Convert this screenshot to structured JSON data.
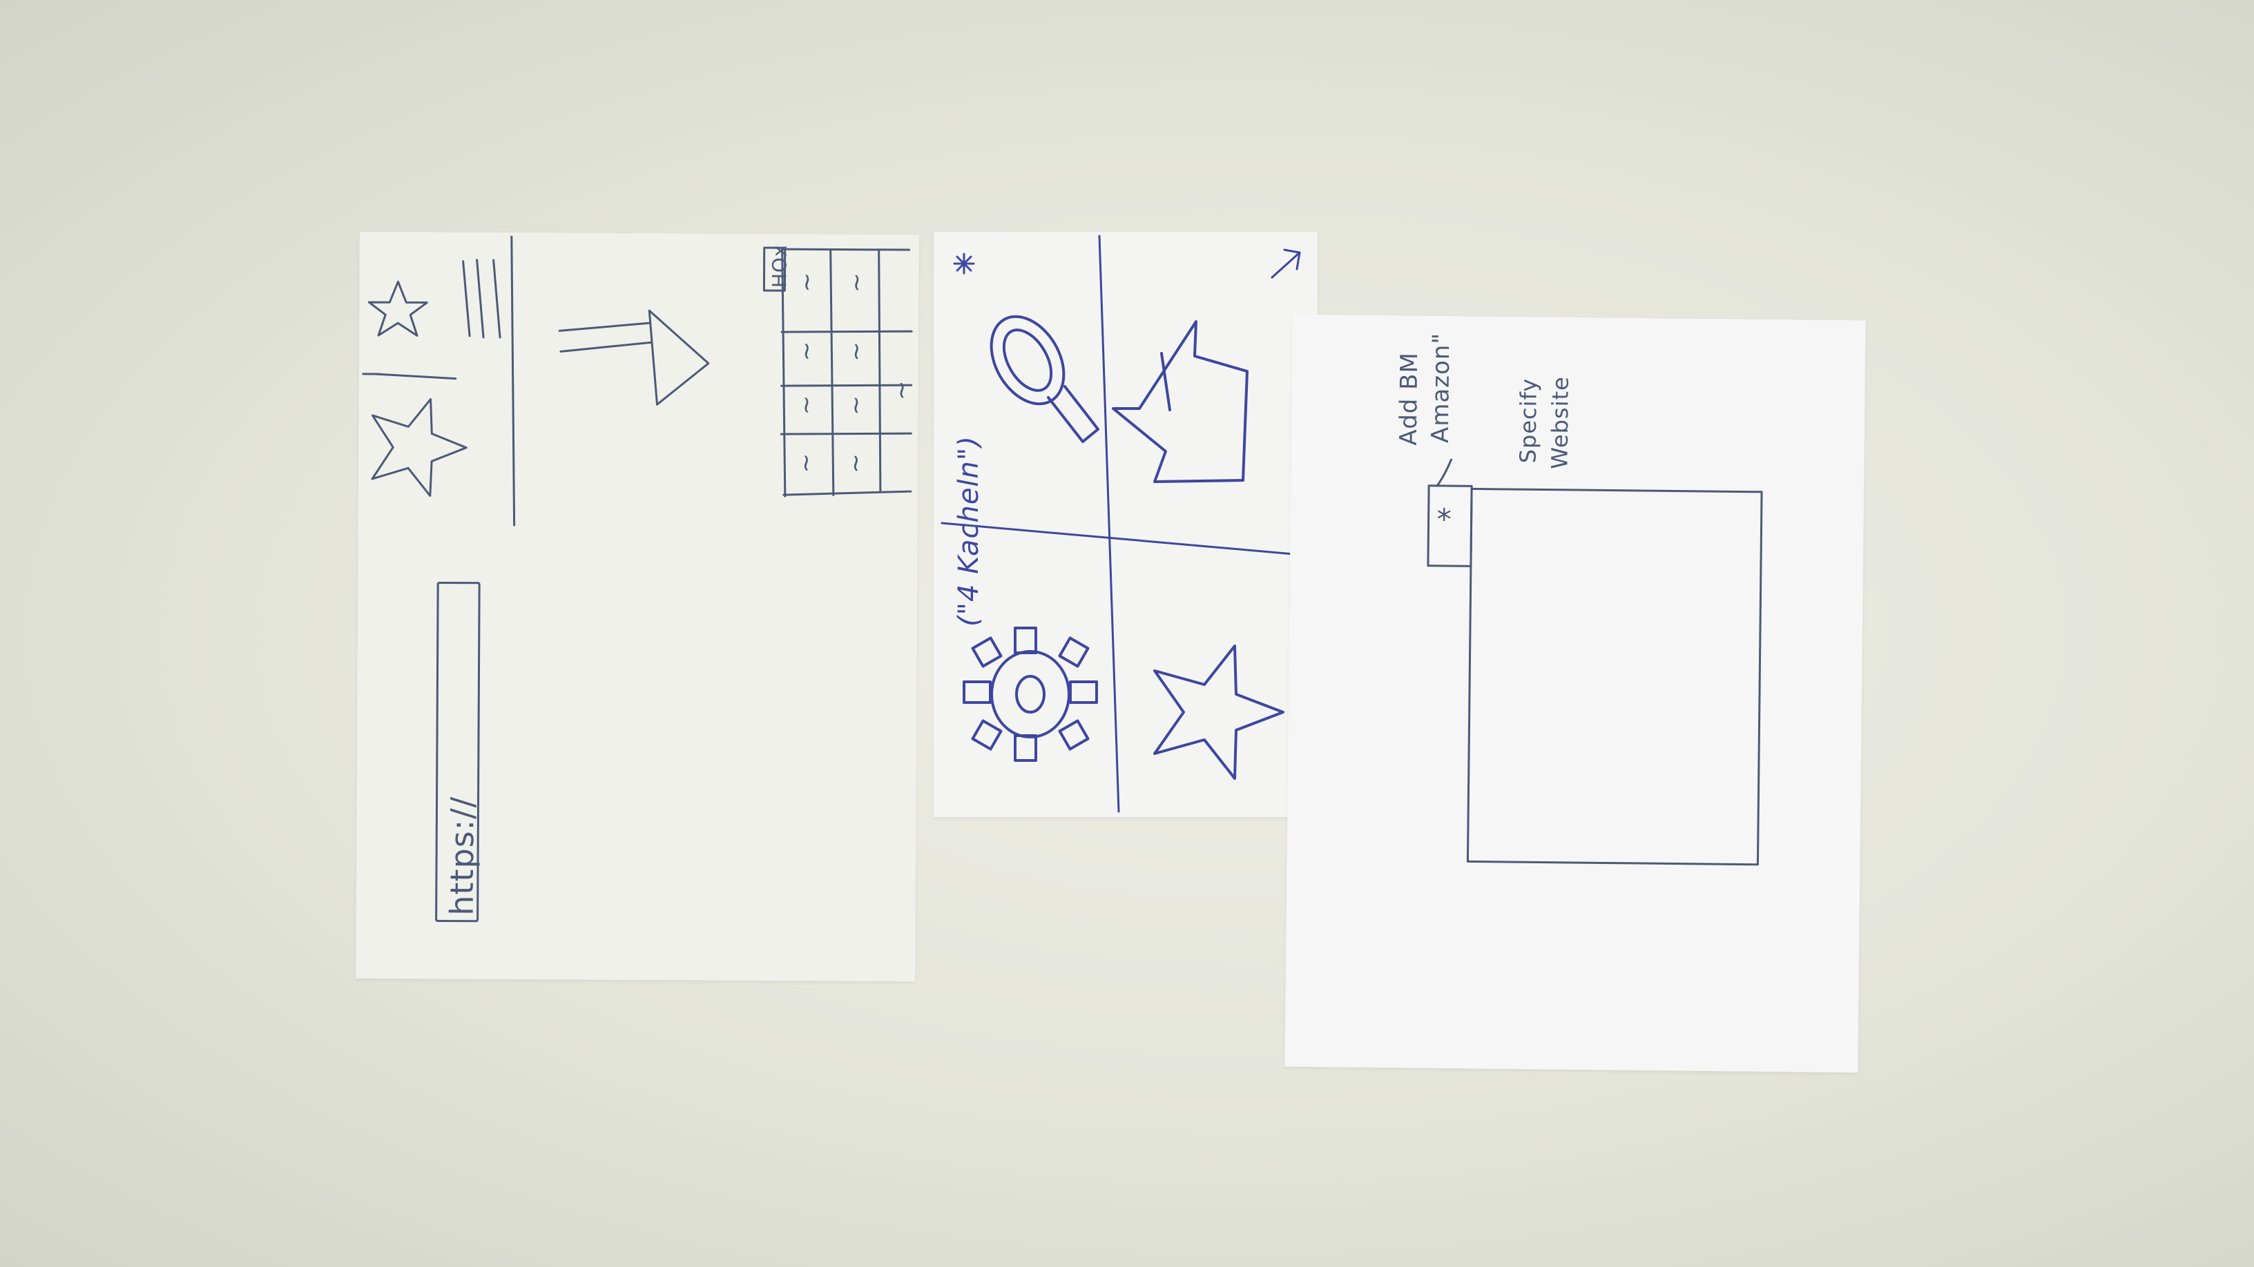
{
  "photo": {
    "background_color": "#e4e5db",
    "ink_colors": {
      "pencil": "#4c5a78",
      "pen": "#3d47a0"
    }
  },
  "sketch_browser": {
    "address_bar_text": "https://",
    "toolbar_icons": [
      "star-icon",
      "star-icon",
      "menu-icon"
    ],
    "table_header_text": "HOx",
    "cell_glyph": "~",
    "arrow_icon": "arrow-right-icon"
  },
  "sketch_home_menu": {
    "corner_mark": "*",
    "expand_icon": "expand-arrow-icon",
    "tile_icons": [
      "magnifier-icon",
      "home-icon",
      "gear-icon",
      "star-icon"
    ],
    "note": "(\"4 Kacheln\")"
  },
  "sketch_bookmark": {
    "note_add": "Add BM",
    "note_source": "Amazon\"",
    "note_specify": "Specify",
    "note_website": "Website",
    "tab_mark": "*"
  }
}
